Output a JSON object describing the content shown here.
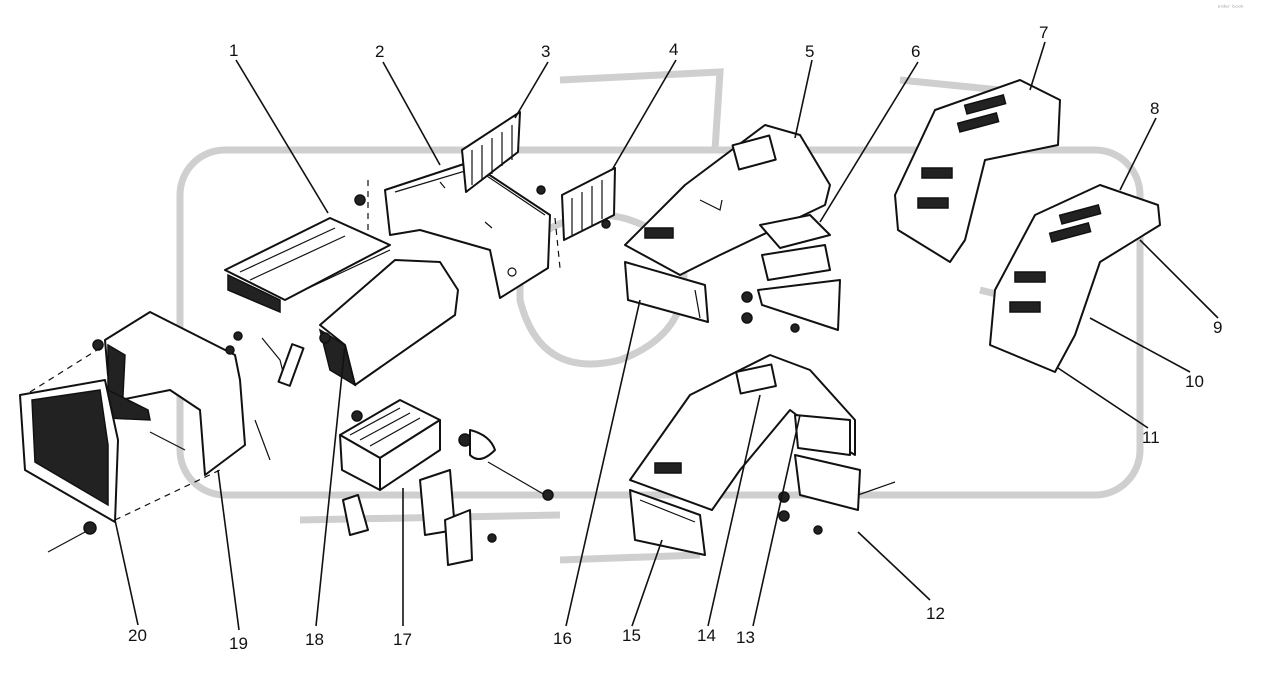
{
  "corner_text": "ᵒʳᵈᵉʳ ᵇᵒᵒᵏ",
  "callouts": [
    "1",
    "2",
    "3",
    "4",
    "5",
    "6",
    "7",
    "8",
    "9",
    "10",
    "11",
    "12",
    "13",
    "14",
    "15",
    "16",
    "17",
    "18",
    "19",
    "20"
  ]
}
